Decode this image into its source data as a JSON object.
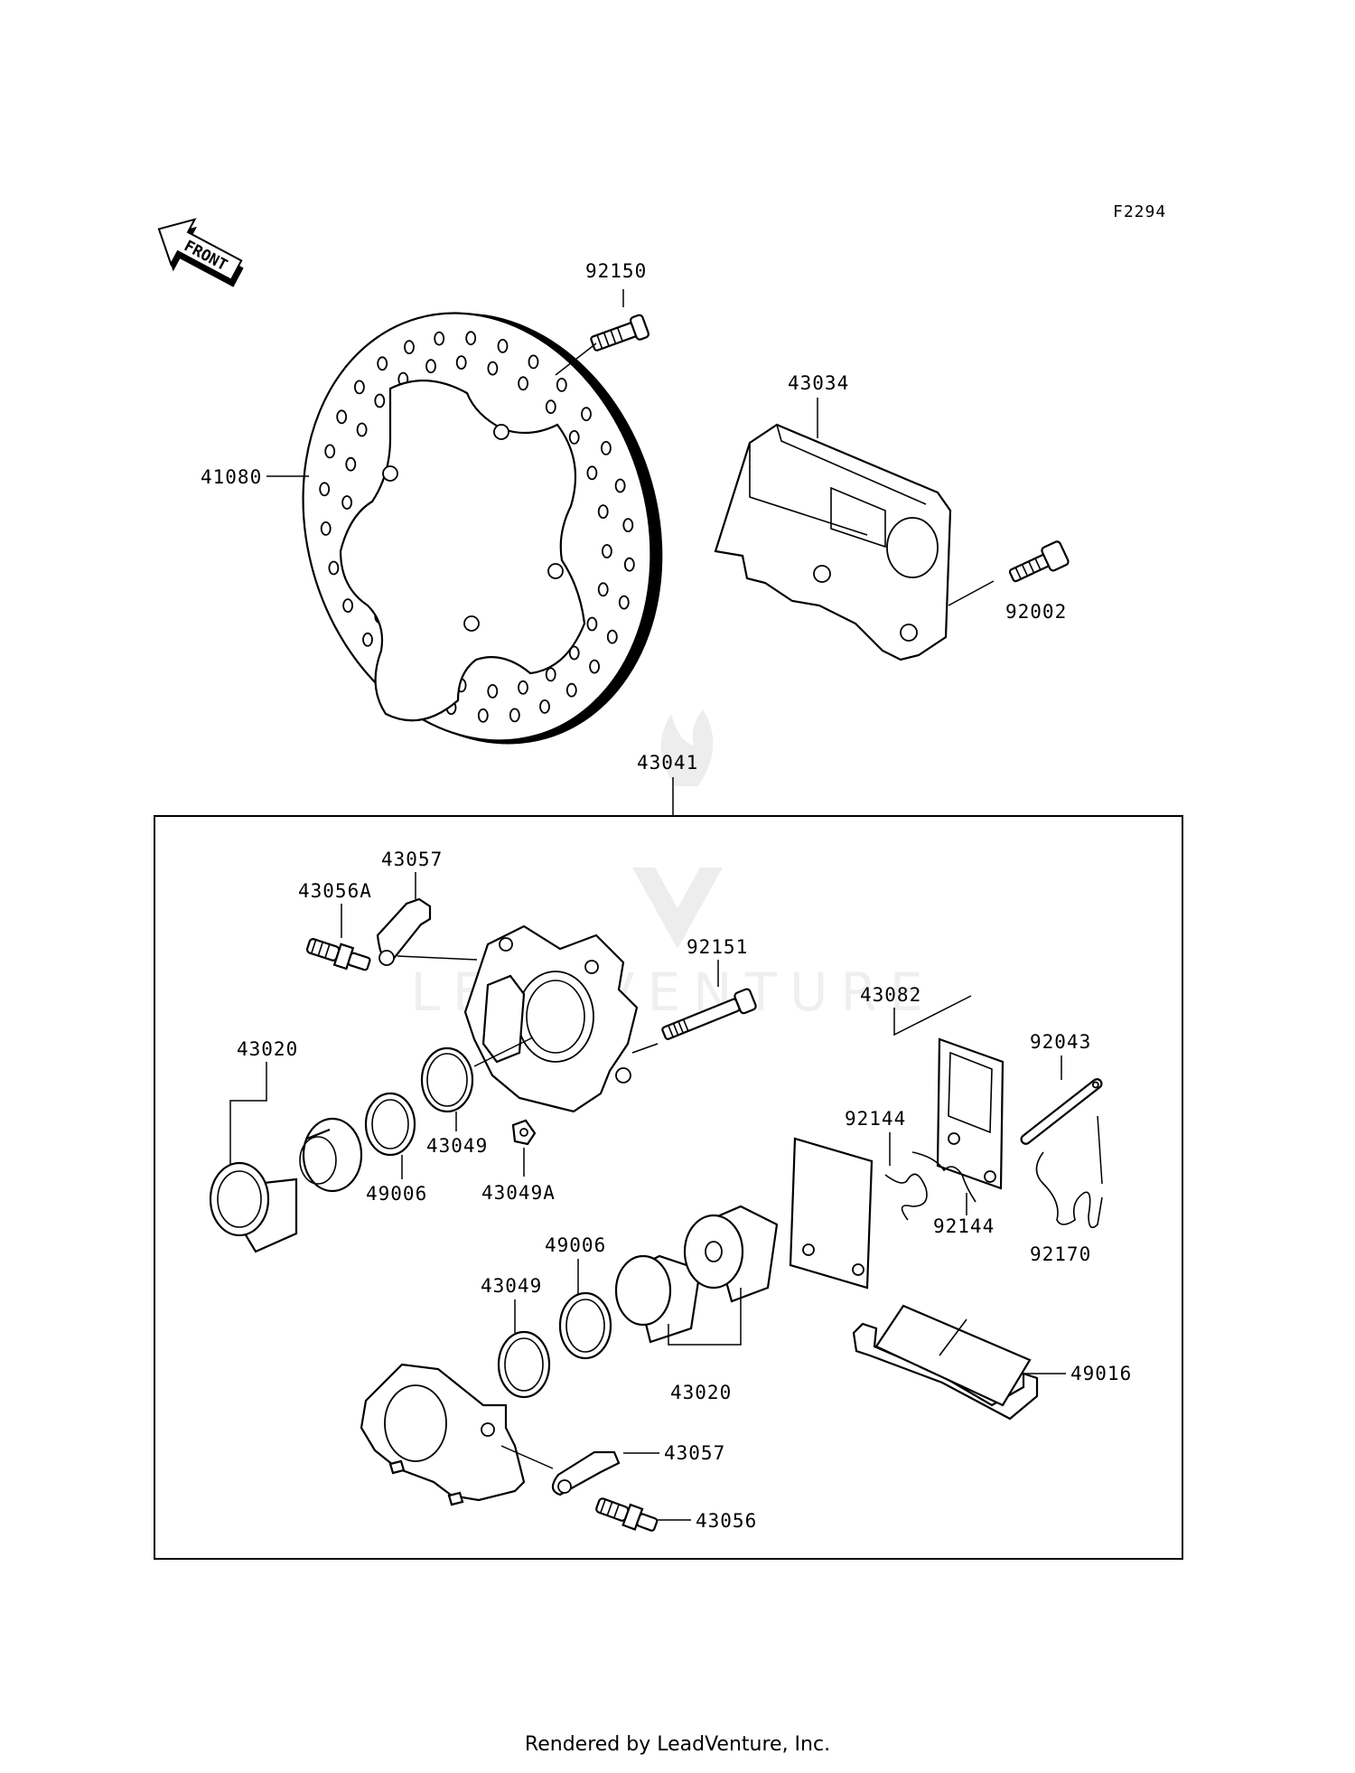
{
  "diagram": {
    "figure_code": "F2294",
    "front_label": "FRONT",
    "parts": {
      "p92150": "92150",
      "p41080": "41080",
      "p43034": "43034",
      "p92002": "92002",
      "p43041": "43041",
      "p43057_top": "43057",
      "p43056A": "43056A",
      "p92151": "92151",
      "p43082": "43082",
      "p92043": "92043",
      "p43020_left": "43020",
      "p92144_a": "92144",
      "p92144_b": "92144",
      "p92170": "92170",
      "p49006_a": "49006",
      "p43049_a": "43049",
      "p43049A": "43049A",
      "p49006_b": "49006",
      "p43049_b": "43049",
      "p43020_right": "43020",
      "p49016": "49016",
      "p43057_bottom": "43057",
      "p43056": "43056"
    }
  },
  "watermark": "LEADVENTURE",
  "footer": "Rendered by LeadVenture, Inc."
}
